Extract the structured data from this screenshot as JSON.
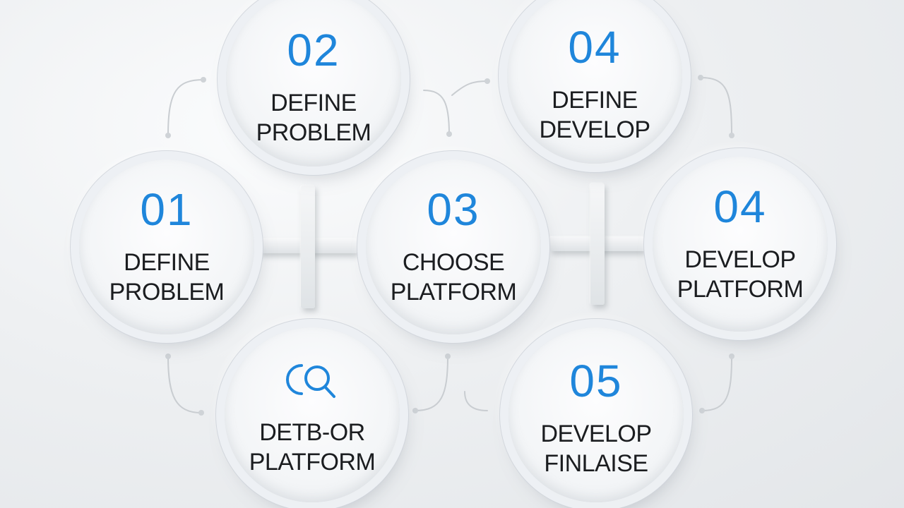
{
  "nodes": [
    {
      "id": "01",
      "number": "01",
      "line1": "DEFINE",
      "line2": "PROBLEM"
    },
    {
      "id": "02",
      "number": "02",
      "line1": "DEFINE",
      "line2": "PROBLEM"
    },
    {
      "id": "03",
      "number": "03",
      "line1": "CHOOSE",
      "line2": "PLATFORM"
    },
    {
      "id": "04-top",
      "number": "04",
      "line1": "DEFINE",
      "line2": "DEVELOP"
    },
    {
      "id": "04-right",
      "number": "04",
      "line1": "DEVELOP",
      "line2": "PLATFORM"
    },
    {
      "id": "05",
      "number": "05",
      "line1": "DEVELOP",
      "line2": "FINLAISE"
    },
    {
      "id": "search",
      "icon": "search-icon",
      "line1": "DETB-OR",
      "line2": "PLATFORM"
    }
  ],
  "colors": {
    "accent": "#1f86db",
    "text": "#1b1d20",
    "background": "#eef0f2",
    "connector": "#c9cdd1"
  }
}
